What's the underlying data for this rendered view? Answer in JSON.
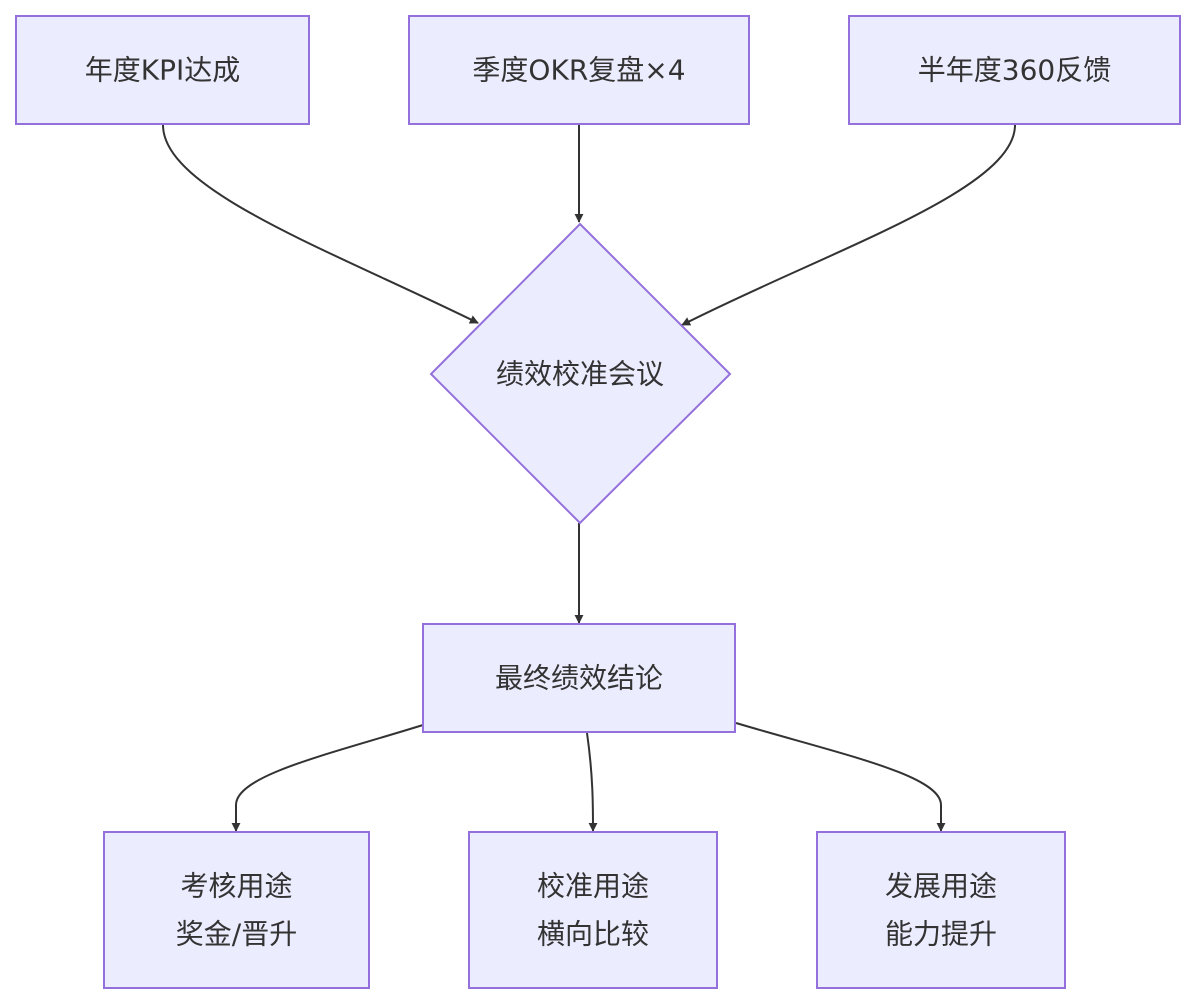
{
  "diagram": {
    "nodes": {
      "kpi": {
        "label": "年度KPI达成"
      },
      "okr": {
        "label": "季度OKR复盘×4"
      },
      "feedback360": {
        "label": "半年度360反馈"
      },
      "calibration_meeting": {
        "label": "绩效校准会议"
      },
      "final_conclusion": {
        "label": "最终绩效结论"
      },
      "assessment_use": {
        "line1": "考核用途",
        "line2": "奖金/晋升"
      },
      "calibration_use": {
        "line1": "校准用途",
        "line2": "横向比较"
      },
      "development_use": {
        "line1": "发展用途",
        "line2": "能力提升"
      }
    },
    "colors": {
      "node_fill": "#ECECFF",
      "node_stroke": "#9370DB",
      "edge": "#333333",
      "text": "#333333"
    }
  }
}
